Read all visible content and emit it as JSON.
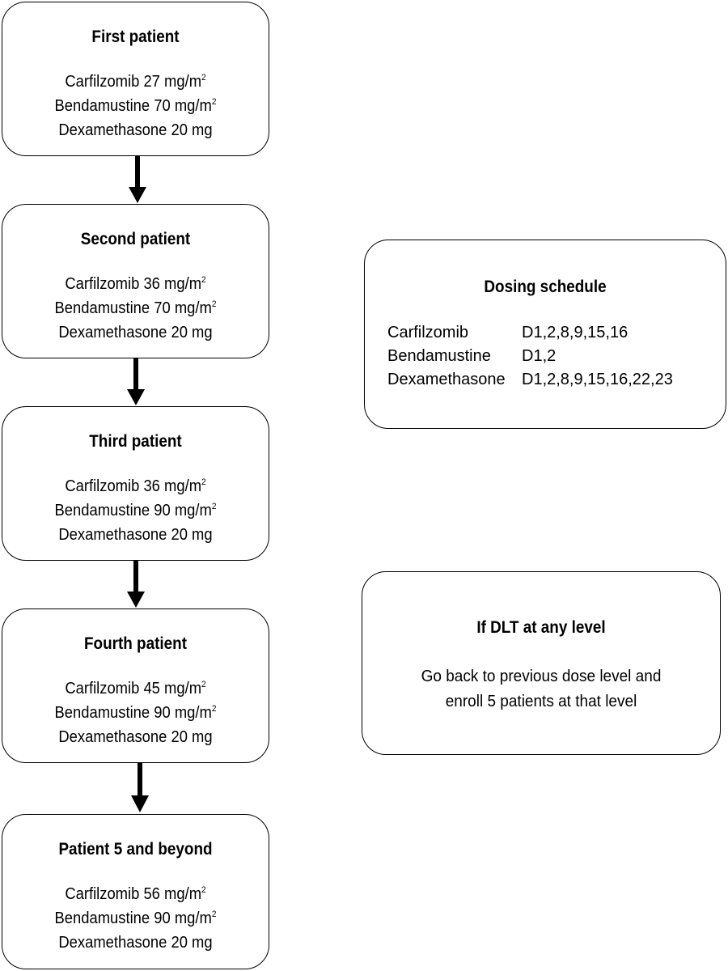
{
  "patients": [
    {
      "title": "First patient",
      "doses": [
        {
          "text": "Carfilzomib 27 mg/m",
          "sup": "2"
        },
        {
          "text": "Bendamustine 70 mg/m",
          "sup": "2"
        },
        {
          "text": "Dexamethasone 20 mg",
          "sup": ""
        }
      ]
    },
    {
      "title": "Second patient",
      "doses": [
        {
          "text": "Carfilzomib 36 mg/m",
          "sup": "2"
        },
        {
          "text": "Bendamustine 70 mg/m",
          "sup": "2"
        },
        {
          "text": "Dexamethasone 20 mg",
          "sup": ""
        }
      ]
    },
    {
      "title": "Third patient",
      "doses": [
        {
          "text": "Carfilzomib 36 mg/m",
          "sup": "2"
        },
        {
          "text": "Bendamustine 90 mg/m",
          "sup": "2"
        },
        {
          "text": "Dexamethasone 20 mg",
          "sup": ""
        }
      ]
    },
    {
      "title": "Fourth patient",
      "doses": [
        {
          "text": "Carfilzomib 45 mg/m",
          "sup": "2"
        },
        {
          "text": "Bendamustine 90 mg/m",
          "sup": "2"
        },
        {
          "text": "Dexamethasone 20 mg",
          "sup": ""
        }
      ]
    },
    {
      "title": "Patient 5 and beyond",
      "doses": [
        {
          "text": "Carfilzomib 56 mg/m",
          "sup": "2"
        },
        {
          "text": "Bendamustine 90 mg/m",
          "sup": "2"
        },
        {
          "text": "Dexamethasone 20 mg",
          "sup": ""
        }
      ]
    }
  ],
  "schedule": {
    "title": "Dosing schedule",
    "rows": [
      {
        "drug": "Carfilzomib",
        "days": "D1,2,8,9,15,16"
      },
      {
        "drug": "Bendamustine",
        "days": "D1,2"
      },
      {
        "drug": "Dexamethasone",
        "days": "D1,2,8,9,15,16,22,23"
      }
    ]
  },
  "dlt": {
    "title": "If DLT at any level",
    "line1": "Go back to previous dose level and",
    "line2": "enroll 5 patients at that level"
  }
}
